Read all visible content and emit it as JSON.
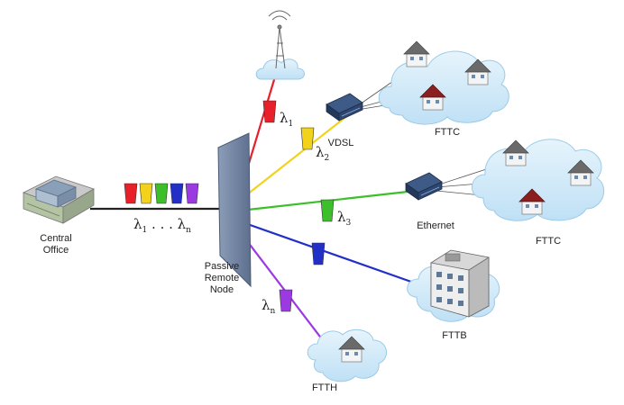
{
  "labels": {
    "central_office_line1": "Central",
    "central_office_line2": "Office",
    "passive_node_line1": "Passive",
    "passive_node_line2": "Remote",
    "passive_node_line3": "Node",
    "vdsl": "VDSL",
    "ethernet": "Ethernet",
    "fttc_top": "FTTC",
    "fttc_mid": "FTTC",
    "fttb": "FTTB",
    "ftth": "FTTH"
  },
  "wavelengths": {
    "lambda": "λ",
    "dots": ". . .",
    "sub_1": "1",
    "sub_2": "2",
    "sub_3": "3",
    "sub_n": "n"
  },
  "colors": {
    "red": "#e8202a",
    "yellow": "#f2d21a",
    "green": "#3cbf2a",
    "blue": "#2230c8",
    "purple": "#9a3ae0",
    "cloud": "#cde8f8",
    "cloud_stroke": "#9ccbe8",
    "node": "#6b7f9e",
    "trunk": "#222222"
  }
}
